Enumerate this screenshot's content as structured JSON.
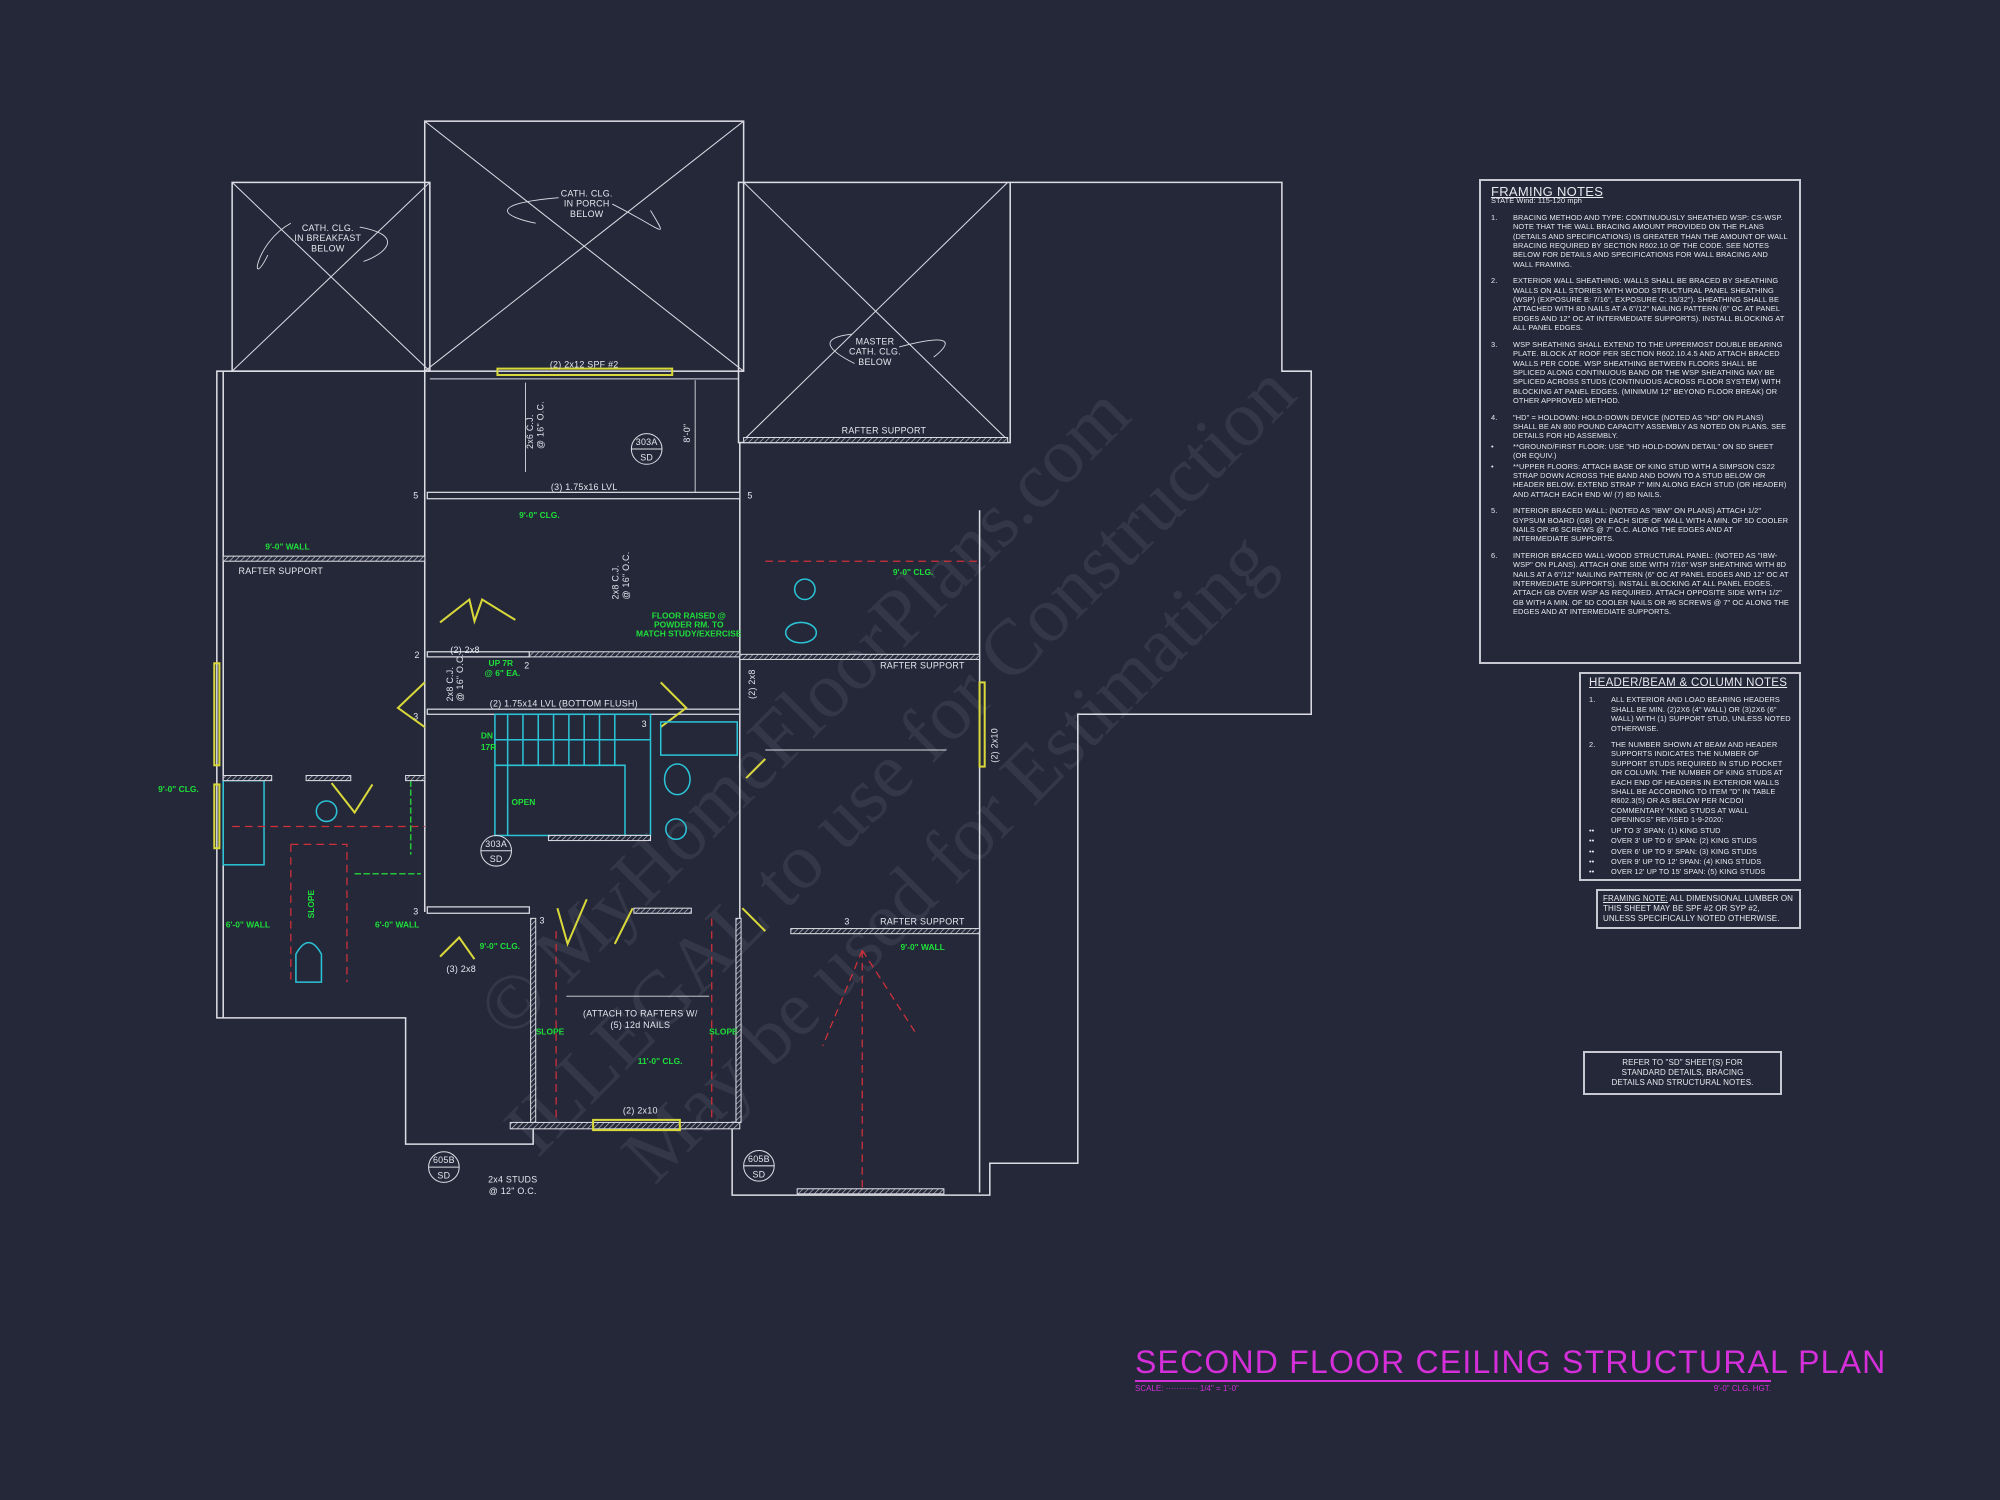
{
  "colors": {
    "background": "#242839",
    "lines": "#dcdce4",
    "beam_yellow": "#d8d83a",
    "fixtures_cyan": "#2bc3d6",
    "callout_green": "#1fe03a",
    "dashed_red": "#d0303a",
    "title_magenta": "#d42fd8"
  },
  "watermark": [
    "© MyHomeFloorPlans.com",
    "ILLEGAL to use for Construction",
    "May be used for Estimating"
  ],
  "plan": {
    "labels": {
      "cath_breakfast": [
        "CATH. CLG.",
        "IN BREAKFAST",
        "BELOW"
      ],
      "cath_porch": [
        "CATH. CLG.",
        "IN PORCH",
        "BELOW"
      ],
      "cath_master": [
        "MASTER",
        "CATH. CLG.",
        "BELOW"
      ],
      "rafter_support": "RAFTER SUPPORT",
      "beam_2x12": "(2) 2x12 SPF #2",
      "cj_2x6": [
        "2x6 C.J.",
        "@ 16\" O.C."
      ],
      "dim_8": "8'-0\"",
      "lvl_3": "(3) 1.75x16 LVL",
      "cj_2x8": [
        "2x8 C.J.",
        "@ 16\" O.C."
      ],
      "beam_2x8": "(2) 2x8",
      "lvl_2": "(2) 1.75x14 LVL (BOTTOM FLUSH)",
      "beam_2x10": "(2) 2x10",
      "beam_3x8": "(3) 2x8",
      "attach": [
        "(ATTACH TO RAFTERS W/",
        "(5) 12d NAILS"
      ],
      "studs": [
        "2x4 STUDS",
        "@ 12\" O.C."
      ],
      "clg_9": "9'-0\" CLG.",
      "wall_9": "9'-0\" WALL",
      "wall_6": "6'-0\" WALL",
      "clg_11": "11'-0\" CLG.",
      "floor_raised": [
        "FLOOR RAISED @",
        "POWDER RM. TO",
        "MATCH STUDY/EXERCISE"
      ],
      "stair_up": [
        "UP 7R",
        "@ 6\" EA."
      ],
      "stair_dn": [
        "DN",
        "17R"
      ],
      "open": "OPEN",
      "slope": "SLOPE"
    },
    "support_numbers": {
      "five": "5",
      "two": "2",
      "three": "3"
    },
    "details": [
      {
        "top": "303A",
        "bottom": "SD"
      },
      {
        "top": "303A",
        "bottom": "SD"
      },
      {
        "top": "605B",
        "bottom": "SD"
      },
      {
        "top": "605B",
        "bottom": "SD"
      }
    ]
  },
  "framing_notes": {
    "title": "FRAMING NOTES",
    "subtitle": "STATE Wind: 115-120 mph",
    "items": [
      {
        "n": "1.",
        "text": "BRACING METHOD AND TYPE: CONTINUOUSLY SHEATHED WSP: CS-WSP. NOTE THAT THE WALL BRACING AMOUNT PROVIDED ON THE PLANS (DETAILS AND SPECIFICATIONS) IS GREATER THAN THE AMOUNT OF WALL BRACING REQUIRED BY SECTION R602.10 OF THE CODE. SEE NOTES BELOW FOR DETAILS AND SPECIFICATIONS FOR WALL BRACING AND WALL FRAMING."
      },
      {
        "n": "2.",
        "text": "EXTERIOR WALL SHEATHING: WALLS SHALL BE BRACED BY SHEATHING WALLS ON ALL STORIES WITH WOOD STRUCTURAL PANEL SHEATHING (WSP) (EXPOSURE B: 7/16\", EXPOSURE C: 15/32\"). SHEATHING SHALL BE ATTACHED WITH 8d NAILS AT A 6\"/12\" NAILING PATTERN (6\" OC AT PANEL EDGES AND 12\" OC AT INTERMEDIATE SUPPORTS). INSTALL BLOCKING AT ALL PANEL EDGES."
      },
      {
        "n": "3.",
        "text": "WSP SHEATHING SHALL EXTEND TO THE UPPERMOST DOUBLE BEARING PLATE. BLOCK AT ROOF PER SECTION R602.10.4.5 AND ATTACH BRACED WALLS PER CODE. WSP SHEATHING BETWEEN FLOORS SHALL BE SPLICED ALONG CONTINUOUS BAND OR THE WSP SHEATHING MAY BE SPLICED ACROSS STUDS (CONTINUOUS ACROSS FLOOR SYSTEM) WITH BLOCKING AT PANEL EDGES. (MINIMUM 12\" BEYOND FLOOR BREAK) OR OTHER APPROVED METHOD."
      },
      {
        "n": "4.",
        "text": "\"HD\" = HOLDOWN: HOLD-DOWN DEVICE (NOTED AS \"HD\" ON PLANS) SHALL BE AN 800 POUND CAPACITY ASSEMBLY AS NOTED ON PLANS. SEE DETAILS FOR HD ASSEMBLY."
      },
      {
        "n": "•",
        "text": "**GROUND/FIRST FLOOR: USE \"HD HOLD-DOWN DETAIL\" ON SD SHEET (OR EQUIV.)"
      },
      {
        "n": "•",
        "text": "**UPPER FLOORS: ATTACH BASE OF KING STUD WITH A SIMPSON CS22 STRAP DOWN ACROSS THE BAND AND DOWN TO A STUD BELOW OR HEADER BELOW. EXTEND STRAP 7\" MIN ALONG EACH STUD (OR HEADER) AND ATTACH EACH END W/ (7) 8d NAILS."
      },
      {
        "n": "5.",
        "text": "INTERIOR BRACED WALL: (NOTED AS \"IBW\" ON PLANS) ATTACH 1/2\" GYPSUM BOARD (GB) ON EACH SIDE OF WALL WITH A MIN. OF 5d COOLER NAILS OR #6 SCREWS @ 7\" O.C. ALONG THE EDGES AND AT INTERMEDIATE SUPPORTS."
      },
      {
        "n": "6.",
        "text": "INTERIOR BRACED WALL-WOOD STRUCTURAL PANEL: (NOTED AS \"IBW-WSP\" ON PLANS). ATTACH ONE SIDE WITH 7/16\" WSP SHEATHING WITH 8d NAILS AT A 6\"/12\" NAILING PATTERN (6\" OC AT PANEL EDGES AND 12\" OC AT INTERMEDIATE SUPPORTS). INSTALL BLOCKING AT ALL PANEL EDGES. ATTACH GB OVER WSP AS REQUIRED. ATTACH OPPOSITE SIDE WITH 1/2\" GB WITH A MIN. OF 5d COOLER NAILS OR #6 SCREWS @ 7\" OC ALONG THE EDGES AND AT INTERMEDIATE SUPPORTS."
      }
    ]
  },
  "header_notes": {
    "title": "HEADER/BEAM & COLUMN NOTES",
    "items": [
      {
        "n": "1.",
        "text": "ALL EXTERIOR AND LOAD BEARING HEADERS SHALL BE MIN. (2)2x6 (4\" WALL) OR (3)2x6 (6\" WALL) WITH (1) SUPPORT STUD, UNLESS NOTED OTHERWISE."
      },
      {
        "n": "2.",
        "text": "THE NUMBER SHOWN AT BEAM AND HEADER SUPPORTS INDICATES THE NUMBER OF SUPPORT STUDS REQUIRED IN STUD POCKET OR COLUMN. THE NUMBER OF KING STUDS AT EACH END OF HEADERS IN EXTERIOR WALLS SHALL BE ACCORDING TO ITEM \"d\" IN TABLE R602.3(5) OR AS BELOW PER NCDOI COMMENTARY \"KING STUDS AT WALL OPENINGS\" REVISED 1-9-2020:"
      }
    ],
    "spans": [
      {
        "bullet": "••",
        "text": "UP TO 3' SPAN: (1) KING STUD"
      },
      {
        "bullet": "••",
        "text": "OVER 3' UP TO 6' SPAN: (2) KING STUDS"
      },
      {
        "bullet": "••",
        "text": "OVER 6' UP TO 9' SPAN: (3) KING STUDS"
      },
      {
        "bullet": "••",
        "text": "OVER 9' UP TO 12' SPAN: (4) KING STUDS"
      },
      {
        "bullet": "••",
        "text": "OVER 12' UP TO 15' SPAN: (5) KING STUDS"
      }
    ]
  },
  "framing_note": {
    "label": "FRAMING NOTE:",
    "text": "ALL DIMENSIONAL LUMBER ON THIS SHEET MAY BE SPF #2 OR SYP #2, UNLESS SPECIFICALLY NOTED OTHERWISE."
  },
  "sd_note": [
    "REFER TO \"SD\" SHEET(S) FOR",
    "STANDARD DETAILS, BRACING",
    "DETAILS AND STRUCTURAL NOTES."
  ],
  "title_block": {
    "title": "SECOND FLOOR CEILING STRUCTURAL PLAN",
    "scale": "SCALE: ············ 1/4\" = 1'-0\"",
    "ceiling_height": "9'-0\" CLG. HGT."
  }
}
